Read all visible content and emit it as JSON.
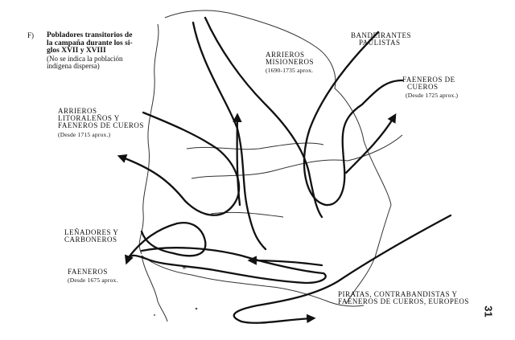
{
  "caption": {
    "marker": "F)",
    "lines": [
      "Pobladores transitorios de",
      "la campaña durante los si-",
      "glos XVII y XVIII",
      "(No se indica la población",
      "indígena dispersa)"
    ]
  },
  "labels": {
    "bandeirantes": [
      "BANDEIRANTES",
      "PAULISTAS"
    ],
    "arrieros_misioneros": [
      "ARRIEROS",
      "MISIONEROS",
      "(1690-1735 aprox."
    ],
    "faeneros_cueros": [
      "FAENEROS DE",
      "CUEROS",
      "(Desde 1725 aprox.)"
    ],
    "arrieros_litoralenos": [
      "ARRIEROS",
      "LITORALEÑOS Y",
      "FAENEROS DE CUEROS",
      "(Desde 1715 aprox.)"
    ],
    "lenadores": [
      "LEÑADORES Y",
      "CARBONEROS"
    ],
    "faeneros": [
      "FAENEROS",
      "(Desde 1675 aprox."
    ],
    "piratas": [
      "PIRATAS, CONTRABANDISTAS Y",
      "FAENEROS DE CUEROS, EUROPEOS"
    ]
  },
  "page_number": "31"
}
